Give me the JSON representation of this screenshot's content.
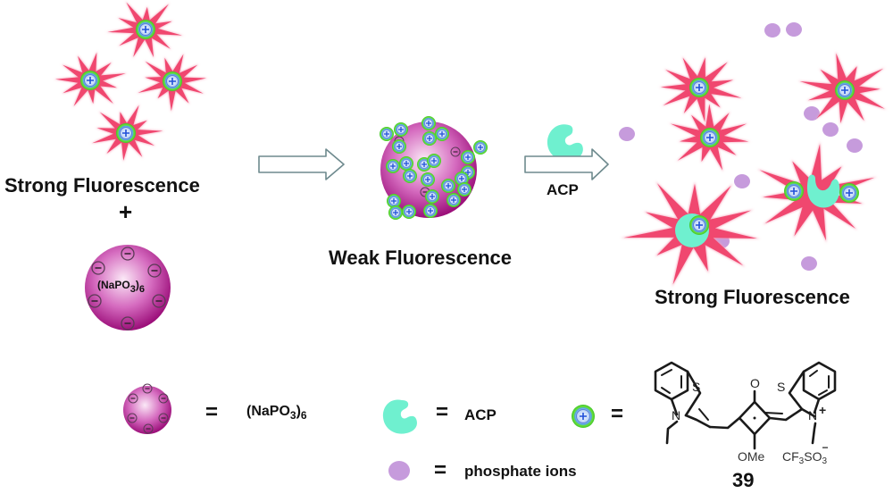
{
  "diagram": {
    "stage1": {
      "label": "Strong Fluorescence",
      "plus": "+",
      "sphere_label_main": "(NaPO",
      "sphere_label_sub3": "3",
      "sphere_label_close": ")",
      "sphere_label_sub6": "6"
    },
    "stage2": {
      "label": "Weak Fluorescence"
    },
    "arrow2": {
      "label": "ACP"
    },
    "stage3": {
      "label": "Strong Fluorescence"
    },
    "legend": {
      "equals": "=",
      "naPO3": {
        "main": "(NaPO",
        "sub3": "3",
        "close": ")",
        "sub6": "6"
      },
      "acp": "ACP",
      "phosphate": "phosphate ions",
      "molecule": {
        "compound_number": "39",
        "atom_S_left": "S",
        "atom_N_left": "N",
        "atom_O_top": "O",
        "atom_S_right": "S",
        "atom_N_right": "N",
        "charge_plus": "+",
        "ome": "OMe",
        "counterion_main": "CF",
        "counterion_sub3a": "3",
        "counterion_so": "SO",
        "counterion_sub3b": "3",
        "counterion_charge": "−"
      }
    },
    "colors": {
      "star": "#f0476f",
      "star_glow": "#f7a0b8",
      "probe_ring": "#6ee23a",
      "probe_inner": "#e8f2ff",
      "probe_plus": "#1f4fd8",
      "sphere_center": "#f6d3ef",
      "sphere_edge": "#a0147e",
      "acp": "#6ff0cf",
      "phosphate": "#c69bdc",
      "arrow_stroke": "#6e8a8e",
      "text": "#111111"
    }
  }
}
